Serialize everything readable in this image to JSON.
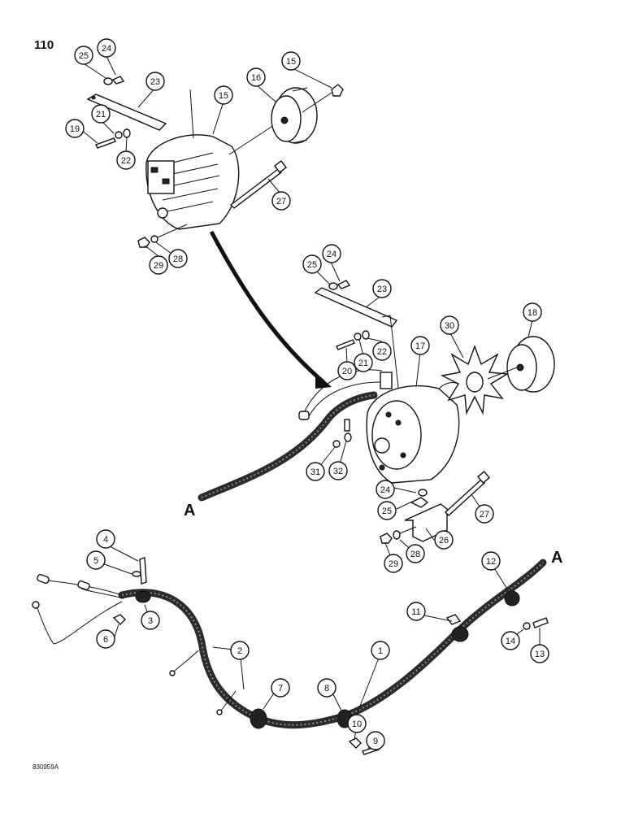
{
  "page_number": "110",
  "figure_id": "830959A",
  "connection_marker_left": "A",
  "connection_marker_right": "A",
  "callouts": {
    "upper_25": "25",
    "upper_24": "24",
    "upper_23": "23",
    "upper_16": "16",
    "upper_15_nut": "15",
    "upper_15_alt": "15",
    "upper_21": "21",
    "upper_19": "19",
    "upper_22": "22",
    "upper_27": "27",
    "upper_29": "29",
    "upper_28": "28",
    "mid_25": "25",
    "mid_24": "24",
    "mid_23": "23",
    "mid_30": "30",
    "mid_18": "18",
    "mid_17": "17",
    "mid_20": "20",
    "mid_21": "21",
    "mid_22": "22",
    "mid_31": "31",
    "mid_32": "32",
    "mid_24b": "24",
    "mid_25b": "25",
    "mid_27": "27",
    "mid_26": "26",
    "mid_29": "29",
    "mid_28": "28",
    "low_4": "4",
    "low_5": "5",
    "low_6": "6",
    "low_3": "3",
    "low_2": "2",
    "low_7": "7",
    "low_8": "8",
    "low_1": "1",
    "low_10": "10",
    "low_9": "9",
    "low_11": "11",
    "low_12": "12",
    "low_14": "14",
    "low_13": "13"
  }
}
